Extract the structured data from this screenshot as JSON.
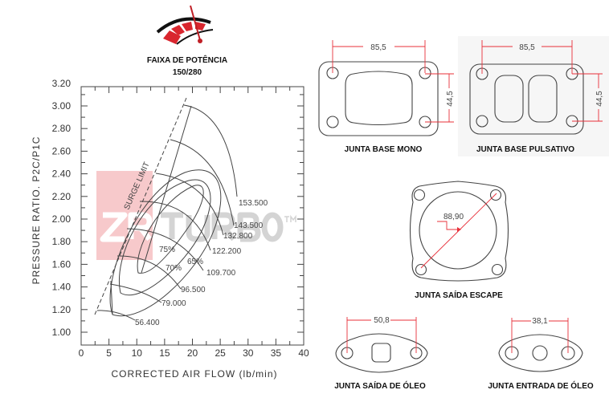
{
  "header": {
    "logo_icon": "gauge-icon",
    "title": "FAIXA DE POTÊNCIA",
    "subtitle": "150/280"
  },
  "chart_data": {
    "type": "line",
    "title": "Compressor map",
    "xlabel": "CORRECTED AIR FLOW (lb/min)",
    "ylabel": "PRESSURE RATIO. P2C/P1C",
    "xlim": [
      0,
      40
    ],
    "ylim": [
      0.9,
      3.2
    ],
    "x_ticks": [
      "0",
      "5",
      "10",
      "15",
      "20",
      "25",
      "30",
      "35",
      "40"
    ],
    "y_ticks": [
      "1.00",
      "1.20",
      "1.40",
      "1.60",
      "1.80",
      "2.00",
      "2.20",
      "2.40",
      "2.60",
      "2.80",
      "3.00",
      "3.20"
    ],
    "surge_label": "SURGE LIMIT",
    "speed_lines": [
      "153.500",
      "143.500",
      "132.800",
      "122.200",
      "109.700",
      "96.500",
      "79.000",
      "56.400"
    ],
    "efficiency_islands": [
      "75%",
      "70%",
      "65%"
    ],
    "watermark": "ZR TURBO™"
  },
  "gaskets": {
    "base_mono": {
      "label": "JUNTA BASE MONO",
      "width_dim": "85,5",
      "height_dim": "44,5"
    },
    "base_pulsativo": {
      "label": "JUNTA BASE PULSATIVO",
      "width_dim": "85,5",
      "height_dim": "44,5"
    },
    "saida_escape": {
      "label": "JUNTA SAÍDA ESCAPE",
      "diameter_dim": "88,90"
    },
    "saida_oleo": {
      "label": "JUNTA SAÍDA DE ÓLEO",
      "width_dim": "50,8"
    },
    "entrada_oleo": {
      "label": "JUNTA ENTRADA DE ÓLEO",
      "width_dim": "38,1"
    }
  },
  "colors": {
    "accent": "#e8303a",
    "watermark_pink": "#f7c9cb"
  }
}
